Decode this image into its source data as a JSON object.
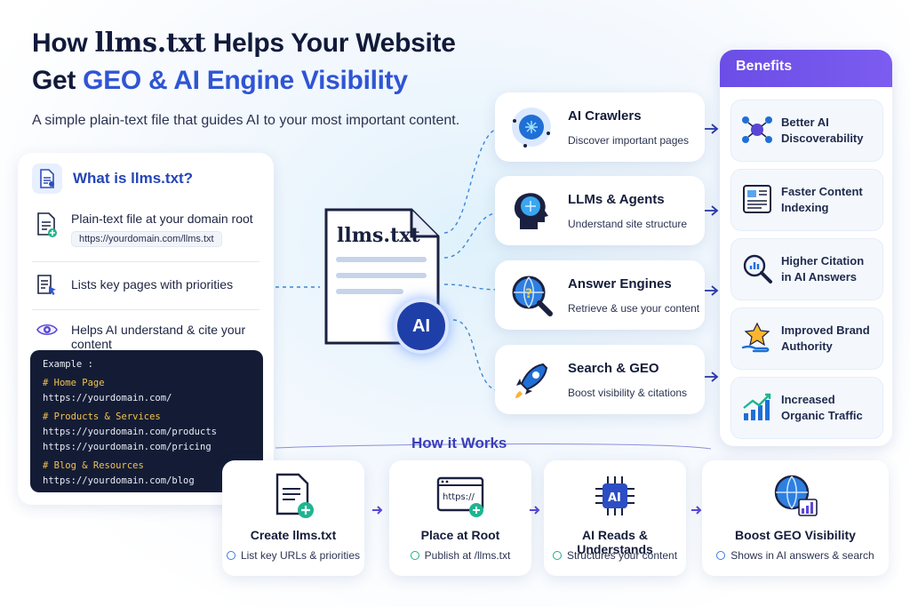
{
  "header": {
    "title_prefix": "How ",
    "title_brand": "llms.txt",
    "title_mid": " Helps Your Website",
    "title_line2_prefix": "Get ",
    "title_highlight": "GEO & AI Engine Visibility",
    "subtitle": "A simple plain-text file that guides AI to your most important content."
  },
  "what_is": {
    "heading": "What is llms.txt?",
    "items": [
      {
        "text": "Plain-text file at your domain root",
        "pill": "https://yourdomain.com/llms.txt",
        "icon": "document-plus-icon"
      },
      {
        "text": "Lists key pages with priorities",
        "icon": "list-cursor-icon"
      },
      {
        "text": "Helps AI understand & cite your content",
        "icon": "ai-eye-icon"
      }
    ],
    "code": {
      "label": "Example :",
      "lines": [
        {
          "kind": "comment",
          "text": "# Home Page"
        },
        {
          "kind": "url",
          "text": "https://yourdomain.com/"
        },
        {
          "kind": "comment",
          "text": "# Products & Services"
        },
        {
          "kind": "url",
          "text": "https://yourdomain.com/products"
        },
        {
          "kind": "url",
          "text": "https://yourdomain.com/pricing"
        },
        {
          "kind": "comment",
          "text": "# Blog & Resources"
        },
        {
          "kind": "url",
          "text": "https://yourdomain.com/blog"
        }
      ]
    }
  },
  "file": {
    "label": "llms.txt",
    "badge": "AI"
  },
  "consumers": [
    {
      "title": "AI Crawlers",
      "desc": "Discover important pages",
      "icon": "brain-chip-icon"
    },
    {
      "title": "LLMs & Agents",
      "desc": "Understand site structure",
      "icon": "head-brain-icon"
    },
    {
      "title": "Answer Engines",
      "desc": "Retrieve & use your content",
      "icon": "globe-magnifier-icon"
    },
    {
      "title": "Search & GEO",
      "desc": "Boost visibility & citations",
      "icon": "rocket-icon"
    }
  ],
  "benefits": {
    "heading": "Benefits",
    "items": [
      {
        "line1": "Better AI",
        "line2": "Discoverability",
        "icon": "network-icon"
      },
      {
        "line1": "Faster Content",
        "line2": "Indexing",
        "icon": "document-lines-icon"
      },
      {
        "line1": "Higher Citation",
        "line2": "in AI Answers",
        "icon": "search-chart-icon"
      },
      {
        "line1": "Improved Brand",
        "line2": "Authority",
        "icon": "star-hand-icon"
      },
      {
        "line1": "Increased",
        "line2": "Organic Traffic",
        "icon": "growth-chart-icon"
      }
    ]
  },
  "how_it_works": {
    "heading": "How it Works",
    "steps": [
      {
        "title": "Create llms.txt",
        "desc": "List key URLs & priorities",
        "icon": "create-file-icon"
      },
      {
        "title": "Place at Root",
        "desc": "Publish at /llms.txt",
        "icon": "browser-window-icon",
        "window_text": "https://"
      },
      {
        "title": "AI Reads & Understands",
        "desc": "Structures your content",
        "icon": "ai-chip-icon",
        "chip_text": "AI"
      },
      {
        "title": "Boost GEO Visibility",
        "desc": "Shows in AI answers & search",
        "icon": "globe-chart-icon"
      }
    ]
  },
  "colors": {
    "accent": "#2f55d4",
    "benefits_header": "#6b4ee6",
    "code_bg": "#141c35",
    "code_comment": "#f2c14e"
  }
}
